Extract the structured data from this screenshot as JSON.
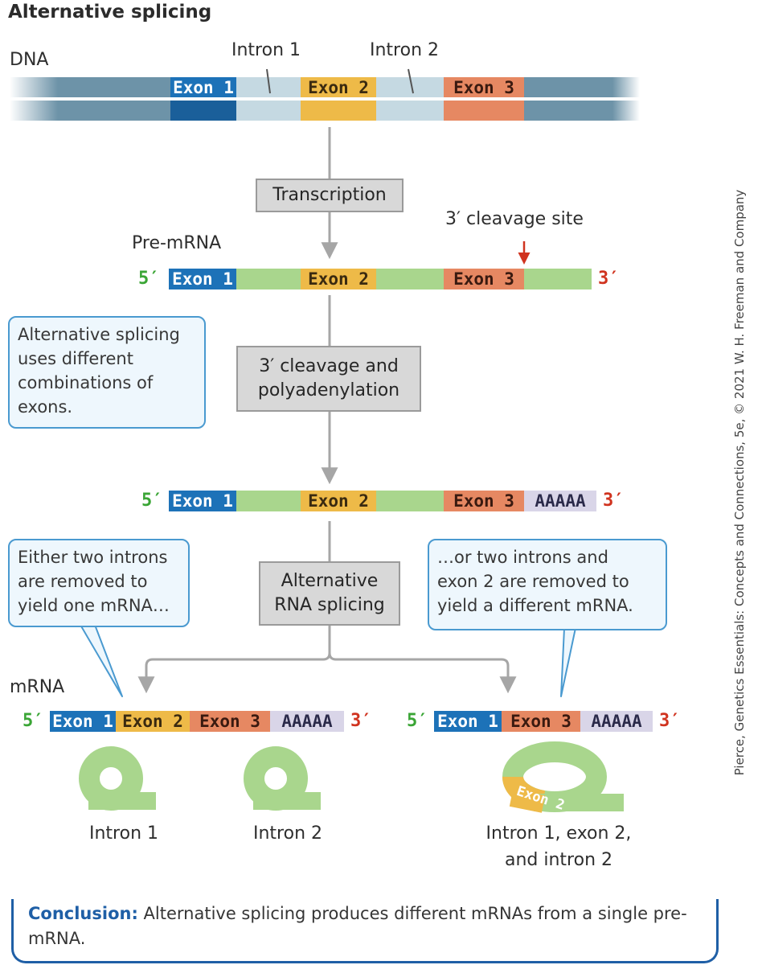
{
  "title": "Alternative splicing",
  "credit": "Pierce, Genetics Essentials: Concepts and Connections, 5e, © 2021 W. H. Freeman and Company",
  "dna": {
    "label": "DNA",
    "intron1": "Intron 1",
    "intron2": "Intron 2"
  },
  "exons": {
    "e1": "Exon 1",
    "e2": "Exon 2",
    "e3": "Exon 3"
  },
  "ends": {
    "five": "5′",
    "three": "3′"
  },
  "polyA": "AAAAA",
  "steps": {
    "transcription": "Transcription",
    "cleavage": "3′ cleavage and\npolyadenylation",
    "splicing": "Alternative\nRNA splicing"
  },
  "pre_mrna_label": "Pre-mRNA",
  "cleavage_site_label": "3′ cleavage site",
  "mrna_label": "mRNA",
  "callouts": {
    "alt": "Alternative splicing\nuses different\ncombinations of\nexons.",
    "left": "Either two introns\nare removed to\nyield one mRNA…",
    "right": "…or two introns and\nexon 2 are removed to\nyield a different mRNA."
  },
  "lariat_exon_label": "Exon 2",
  "captions": {
    "intron1": "Intron 1",
    "intron2": "Intron 2",
    "combo": "Intron 1, exon 2,\nand intron 2"
  },
  "conclusion": {
    "lead": "Conclusion:",
    "text": " Alternative splicing produces different mRNAs from a single pre-mRNA."
  },
  "colors": {
    "exon1": "#1d72b8",
    "exon2": "#eeba48",
    "exon3": "#e68862",
    "rna": "#a9d68d",
    "intron_dna": "#c5d9e2",
    "dna_flank": "#6d93a8",
    "arrow": "#a6a6a6",
    "cleavage_arrow": "#d0331f"
  }
}
